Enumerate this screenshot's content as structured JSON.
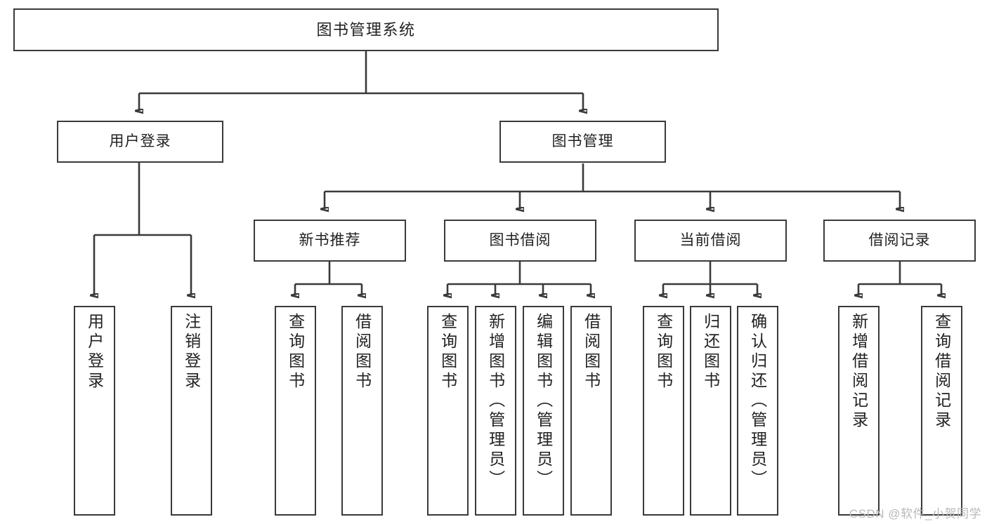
{
  "diagram": {
    "title": "图书管理系统",
    "type": "hierarchy-tree",
    "watermark": "CSDN @软件_小贺同学",
    "colors": {
      "box_border": "#3a3a3a",
      "box_fill": "#ffffff",
      "connector": "#3a3a3a",
      "text": "#222222",
      "watermark": "#b9b9b9"
    },
    "levels": {
      "level1": [
        {
          "id": "root",
          "label": "图书管理系统"
        }
      ],
      "level2": [
        {
          "id": "user-login",
          "label": "用户登录"
        },
        {
          "id": "book-manage",
          "label": "图书管理"
        }
      ],
      "level3": [
        {
          "id": "new-book-recommend",
          "label": "新书推荐"
        },
        {
          "id": "book-borrow",
          "label": "图书借阅"
        },
        {
          "id": "current-borrow",
          "label": "当前借阅"
        },
        {
          "id": "borrow-record",
          "label": "借阅记录"
        }
      ],
      "level4": [
        {
          "id": "leaf-user-login",
          "label": "用户登录",
          "parent": "user-login"
        },
        {
          "id": "leaf-logout",
          "label": "注销登录",
          "parent": "user-login"
        },
        {
          "id": "leaf-query-book-1",
          "label": "查询图书",
          "parent": "new-book-recommend"
        },
        {
          "id": "leaf-borrow-book-1",
          "label": "借阅图书",
          "parent": "new-book-recommend"
        },
        {
          "id": "leaf-query-book-2",
          "label": "查询图书",
          "parent": "book-borrow"
        },
        {
          "id": "leaf-add-book",
          "label": "新增图书（管理员）",
          "parent": "book-borrow"
        },
        {
          "id": "leaf-edit-book",
          "label": "编辑图书（管理员）",
          "parent": "book-borrow"
        },
        {
          "id": "leaf-borrow-book-2",
          "label": "借阅图书",
          "parent": "book-borrow"
        },
        {
          "id": "leaf-query-book-3",
          "label": "查询图书",
          "parent": "current-borrow"
        },
        {
          "id": "leaf-return-book",
          "label": "归还图书",
          "parent": "current-borrow"
        },
        {
          "id": "leaf-confirm-return",
          "label": "确认归还（管理员）",
          "parent": "current-borrow"
        },
        {
          "id": "leaf-add-record",
          "label": "新增借阅记录",
          "parent": "borrow-record"
        },
        {
          "id": "leaf-query-record",
          "label": "查询借阅记录",
          "parent": "borrow-record"
        }
      ]
    }
  }
}
